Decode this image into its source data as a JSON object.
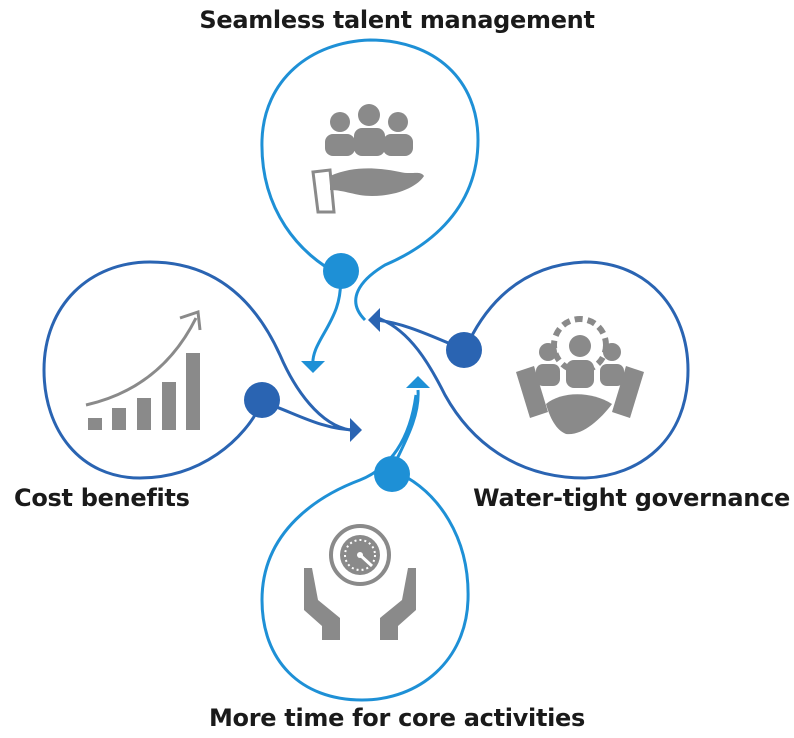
{
  "labels": {
    "top": "Seamless talent management",
    "left": "Cost benefits",
    "right": "Water-tight governance",
    "bottom": "More time for core activities"
  },
  "colors": {
    "light_blue": "#1e90d6",
    "dark_blue": "#2a64b2",
    "icon_gray": "#8a8a8a",
    "text": "#1a1a1a"
  },
  "icons": {
    "top": "people-in-hand-icon",
    "left": "growth-bar-chart-icon",
    "right": "handshake-team-icon",
    "bottom": "clock-in-hands-icon"
  }
}
